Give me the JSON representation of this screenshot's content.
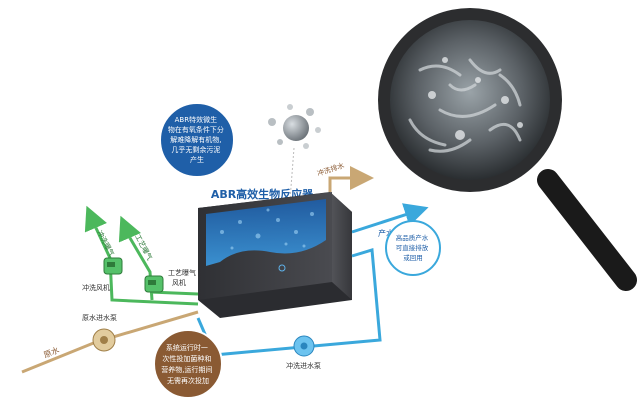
{
  "title": "ABR高效生物反应器",
  "callouts": {
    "abr_note": [
      "ABR特效微生",
      "物在有氧条件下分",
      "解难降解有机物,",
      "几乎无剩余污泥",
      "产生"
    ],
    "water_note": [
      "高品质产水",
      "可直接排放",
      "或回用"
    ],
    "system_note": [
      "系统运行时一",
      "次性投加菌种和",
      "营养物,运行期间",
      "无需再次投加"
    ]
  },
  "labels": {
    "backwash_drain": "冲洗排水",
    "product_water": "产水",
    "backwash_air": "冲洗曝气",
    "process_air_pipe": "工艺曝气",
    "backwash_blower": "冲洗风机",
    "process_blower_1": "工艺曝气",
    "process_blower_2": "风机",
    "raw_pump": "原水进水泵",
    "raw_water": "原水",
    "backwash_pump": "冲洗进水泵"
  },
  "colors": {
    "green_pipe": "#4cb85c",
    "blue_pipe": "#3aa8dc",
    "brown_pipe": "#c9a774",
    "tank": "#3e3f43",
    "water": "#2d7cc6",
    "callout_blue": "#1f5fa8",
    "callout_brown": "#8a5a33"
  }
}
